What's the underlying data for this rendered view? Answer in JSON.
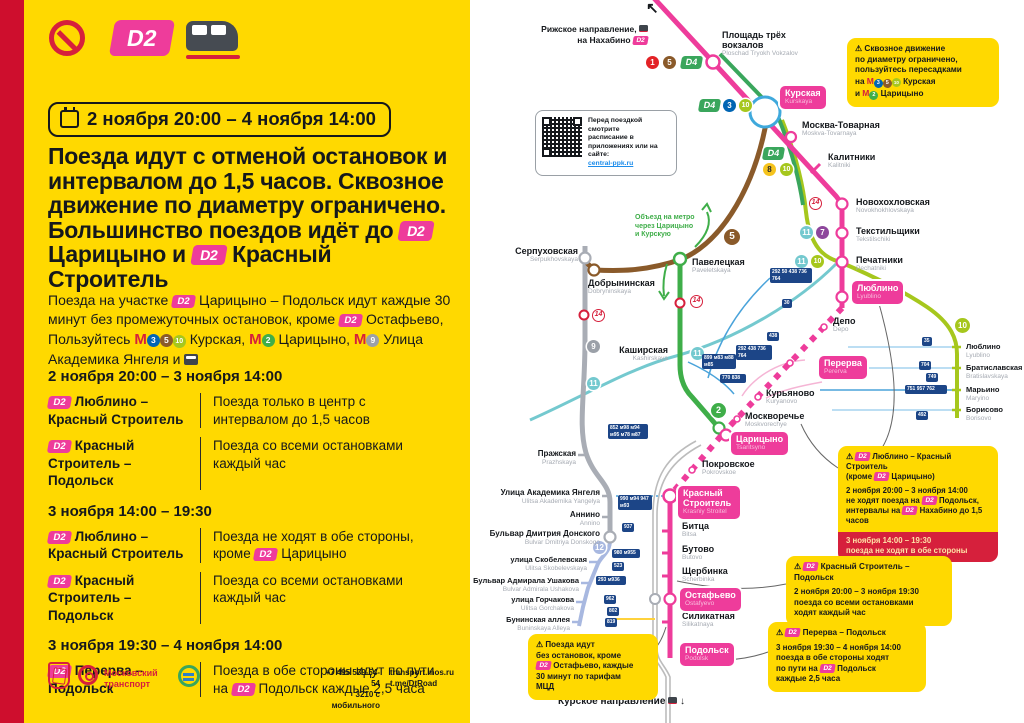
{
  "labels": {
    "d2": "D2",
    "metro": "М",
    "warning": "⚠",
    "arrow_upleft": "↖",
    "arrow_down": "↓"
  },
  "panel": {
    "date_range": "2 ноября 20:00 – 4 ноября 14:00",
    "heading": {
      "p1": "Поезда идут с отменой остановок и интервалом до 1,5 часов. Сквозное движение по диаметру ограничено. Большинство поездов идёт до",
      "p2": "Царицыно и",
      "p3": "Красный Строитель"
    },
    "para1": {
      "a": "Поезда на участке",
      "b": "Царицыно – Подольск идут каждые 30 минут без промежуточных остановок, кроме",
      "c": "Остафьево,"
    },
    "para2": {
      "a": "Пользуйтесь",
      "kurskaya": "Курская,",
      "tsaritsyno": "Царицыно,",
      "yangelya": "Улица Академика Янгеля и"
    },
    "sections": [
      {
        "title": "2 ноября 20:00 – 3 ноября 14:00",
        "rows": [
          {
            "route": "Люблино – Красный Строитель",
            "desc_a": "Поезда только в центр с интервалом до 1,5 часов"
          },
          {
            "route": "Красный Строитель – Подольск",
            "desc_a": "Поезда со всеми остановками каждый час"
          }
        ]
      },
      {
        "title": "3 ноября 14:00 – 19:30",
        "rows": [
          {
            "route": "Люблино – Красный Строитель",
            "desc_a": "Поезда не ходят в обе стороны, кроме",
            "desc_b": "Царицыно"
          },
          {
            "route": "Красный Строитель – Подольск",
            "desc_a": "Поезда со всеми остановками каждый час"
          }
        ]
      },
      {
        "title": "3 ноября 19:30 – 4 ноября 14:00",
        "rows": [
          {
            "route": "Перерва – Подольск",
            "desc_a": "Поезда в обе стороны идут по пути на",
            "desc_b": "Подольск каждые 2,5 часа"
          }
        ]
      }
    ],
    "footer": {
      "brand1": "Московский",
      "brand2": "транспорт",
      "phone1": "+7 495 539-54-54",
      "phone2": "3210 с мобильного",
      "site": "transport.mos.ru",
      "tg": "t.me/DtRoad"
    }
  },
  "map": {
    "badge_labels": {
      "n1": "1",
      "n2": "2",
      "n3": "3",
      "n5": "5",
      "n7": "7",
      "n8": "8",
      "n9": "9",
      "n10": "10",
      "n11": "11",
      "n12": "12",
      "n14": "14",
      "d4": "D4"
    },
    "direction_top": {
      "l1": "Рижское направление,",
      "l2": "на Нахабино"
    },
    "direction_bottom": "Курское направление",
    "qr": {
      "text": "Перед поездкой смотрите расписание в приложениях или на сайте:",
      "link": "central-ppk.ru"
    },
    "detour": {
      "l1": "Объезд на метро",
      "l2": "через Царицыно",
      "l3": "и Курскую"
    },
    "callout_top": {
      "l1": "Сквозное движение",
      "l2": "по диаметру ограничено,",
      "l3": "пользуйтесь пересадками",
      "l4a": "на",
      "l4b": "Курская",
      "l5a": "и",
      "l5b": "Царицыно"
    },
    "callout1": {
      "title": "Люблино – Красный Строитель",
      "sub_a": "(кроме",
      "sub_b": "Царицыно)",
      "date": "2 ноября 20:00 – 3 ноября 14:00",
      "l1a": "не ходят поезда на",
      "l1b": "Подольск,",
      "l2a": "интервалы на",
      "l2b": "Нахабино до 1,5 часов",
      "red_date": "3 ноября 14:00 – 19:30",
      "red_text": "поезда не ходят в обе стороны"
    },
    "callout2": {
      "title": "Красный Строитель – Подольск",
      "date": "2 ноября 20:00 – 3 ноября 19:30",
      "l1": "поезда со всеми остановками",
      "l2": "ходят каждый час"
    },
    "callout3": {
      "title": "Перерва – Подольск",
      "date": "3 ноября 19:30 – 4 ноября 14:00",
      "l1": "поезда в обе стороны ходят",
      "l2a": "по пути на",
      "l2b": "Подольск",
      "l3": "каждые 2,5 часа"
    },
    "callout_bottom": {
      "l1": "Поезда идут",
      "l2": "без остановок, кроме",
      "l3": "Остафьево, каждые",
      "l4": "30 минут по тарифам",
      "l5": "МЦД"
    },
    "stations": [
      {
        "name": "Площадь трёх вокзалов",
        "tr": "Ploschad Tryokh Vokzalov"
      },
      {
        "name": "Курская",
        "tr": "Kurskaya"
      },
      {
        "name": "Москва-Товарная",
        "tr": "Moskva-Tovarnaya"
      },
      {
        "name": "Калитники",
        "tr": "Kalitniki"
      },
      {
        "name": "Новохохловская",
        "tr": "Novokhokhlovskaya"
      },
      {
        "name": "Текстильщики",
        "tr": "Tekstilschiki"
      },
      {
        "name": "Печатники",
        "tr": "Pechatniki"
      },
      {
        "name": "Люблино",
        "tr": "Lyublino"
      },
      {
        "name": "Депо",
        "tr": "Depo"
      },
      {
        "name": "Перерва",
        "tr": "Pererva"
      },
      {
        "name": "Курьяново",
        "tr": "Kuryanovo"
      },
      {
        "name": "Москворечье",
        "tr": "Moskvorechye"
      },
      {
        "name": "Царицыно",
        "tr": "Tsaritsyno"
      },
      {
        "name": "Покровское",
        "tr": "Pokrovskoe"
      },
      {
        "name": "Красный Строитель",
        "tr": "Krasniy Stroitel"
      },
      {
        "name": "Битца",
        "tr": "Bitsa"
      },
      {
        "name": "Бутово",
        "tr": "Butovo"
      },
      {
        "name": "Щербинка",
        "tr": "Scherbinka"
      },
      {
        "name": "Остафьево",
        "tr": "Ostafyevo"
      },
      {
        "name": "Силикатная",
        "tr": "Silikatnaya"
      },
      {
        "name": "Подольск",
        "tr": "Podolsk"
      },
      {
        "name": "Серпуховская",
        "tr": "Serpukhovskaya"
      },
      {
        "name": "Добрынинская",
        "tr": "Dobryninskaya"
      },
      {
        "name": "Павелецкая",
        "tr": "Paveletskaya"
      },
      {
        "name": "Каширская",
        "tr": "Kashirskaya"
      },
      {
        "name": "Пражская",
        "tr": "Prazhskaya"
      },
      {
        "name": "Улица Академика Янгеля",
        "tr": "Ulitsa Akademika Yangelya"
      },
      {
        "name": "Аннино",
        "tr": "Annino"
      },
      {
        "name": "Бульвар Дмитрия Донского",
        "tr": "Bulvar Dmitriya Donskogo"
      },
      {
        "name": "улица Скобелевская",
        "tr": "Ulitsa Skobelevskaya"
      },
      {
        "name": "Бульвар Адмирала Ушакова",
        "tr": "Bulvar Admirala Ushakova"
      },
      {
        "name": "улица Горчакова",
        "tr": "Ulitsa Gorchakova"
      },
      {
        "name": "Бунинская аллея",
        "tr": "Buninskaya Alleya"
      },
      {
        "name": "Люблино",
        "tr": "Lyublino"
      },
      {
        "name": "Братиславская",
        "tr": "Bratislavskaya"
      },
      {
        "name": "Марьино",
        "tr": "Maryino"
      },
      {
        "name": "Борисово",
        "tr": "Borisovo"
      }
    ],
    "bus_chips": [
      "292 50 438 736 764",
      "30",
      "438",
      "292 438 736 764",
      "899 м83 м88 м85",
      "770 838",
      "35",
      "704",
      "749",
      "751 957 762",
      "492",
      "852 м98 м94 м95 м78 м87",
      "990 м94 947 м93",
      "937",
      "980 м955",
      "523",
      "293 м936",
      "962",
      "802",
      "819"
    ],
    "colors": {
      "d2_pink": "#ee3c9b",
      "panel_yellow": "#ffd900",
      "alert_red": "#d6203c",
      "line2_green": "#3fae49",
      "line5_brown": "#8a5a2a",
      "line10_lime": "#a6c71d",
      "d4_green": "#3aa65c",
      "line9_gray": "#a9adb5",
      "line12_periwinkle": "#a8b8e0",
      "line11_teal": "#74c9cf",
      "bus_navy": "#1c4587"
    }
  }
}
